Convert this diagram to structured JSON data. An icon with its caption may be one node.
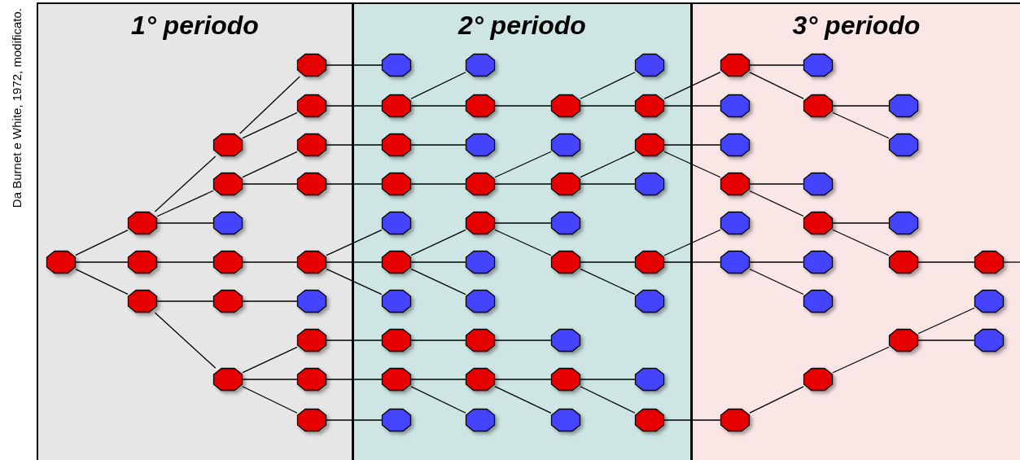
{
  "diagram": {
    "nodes": [
      {
        "text": [
          "1° periodo"
        ]
      },
      {
        "text": [
          "2° periodo"
        ]
      },
      {
        "text": [
          "3° periodo"
        ]
      },
      {
        "text": [],
        "shape": "octagon",
        "in": 0
      },
      {
        "text": [],
        "shape": "octagon",
        "in": 0
      },
      {
        "text": [],
        "shape": "octagon",
        "in": 0
      },
      {
        "text": [],
        "shape": "octagon",
        "in": 0
      },
      {
        "text": [],
        "shape": "octagon",
        "in": 0
      },
      {
        "text": [],
        "shape": "octagon",
        "in": 0
      },
      {
        "text": [],
        "shape": "octagon",
        "in": 0
      },
      {
        "text": [],
        "shape": "octagon",
        "in": 0
      },
      {
        "text": [],
        "shape": "octagon",
        "in": 0
      },
      {
        "text": [],
        "shape": "octagon",
        "in": 0
      },
      {
        "text": [],
        "shape": "octagon",
        "in": 0
      },
      {
        "text": [],
        "shape": "octagon",
        "in": 0
      },
      {
        "text": [],
        "shape": "octagon",
        "in": 0
      },
      {
        "text": [],
        "shape": "octagon",
        "in": 0
      },
      {
        "text": [],
        "shape": "octagon",
        "in": 0
      },
      {
        "text": [],
        "shape": "octagon",
        "in": 0
      },
      {
        "text": [],
        "shape": "octagon",
        "in": 0
      },
      {
        "text": [],
        "shape": "octagon",
        "in": 0
      },
      {
        "text": [],
        "shape": "octagon",
        "in": 0
      },
      {
        "text": [],
        "shape": "octagon",
        "in": 1
      },
      {
        "text": [],
        "shape": "octagon",
        "in": 1
      },
      {
        "text": [],
        "shape": "octagon",
        "in": 1
      },
      {
        "text": [],
        "shape": "octagon",
        "in": 1
      },
      {
        "text": [],
        "shape": "octagon",
        "in": 1
      },
      {
        "text": [],
        "shape": "octagon",
        "in": 1
      },
      {
        "text": [],
        "shape": "octagon",
        "in": 1
      },
      {
        "text": [],
        "shape": "octagon",
        "in": 1
      },
      {
        "text": [],
        "shape": "octagon",
        "in": 1
      },
      {
        "text": [],
        "shape": "octagon",
        "in": 1
      },
      {
        "text": [],
        "shape": "octagon",
        "in": 1
      },
      {
        "text": [],
        "shape": "octagon",
        "in": 1
      },
      {
        "text": [],
        "shape": "octagon",
        "in": 1
      },
      {
        "text": [],
        "shape": "octagon",
        "in": 1
      },
      {
        "text": [],
        "shape": "octagon",
        "in": 1
      },
      {
        "text": [],
        "shape": "octagon",
        "in": 1
      },
      {
        "text": [],
        "shape": "octagon",
        "in": 1
      },
      {
        "text": [],
        "shape": "octagon",
        "in": 1
      },
      {
        "text": [],
        "shape": "octagon",
        "in": 1
      },
      {
        "text": [],
        "shape": "octagon",
        "in": 1
      },
      {
        "text": [],
        "shape": "octagon",
        "in": 1
      },
      {
        "text": [],
        "shape": "octagon",
        "in": 1
      },
      {
        "text": [],
        "shape": "octagon",
        "in": 1
      },
      {
        "text": [],
        "shape": "octagon",
        "in": 1
      },
      {
        "text": [],
        "shape": "octagon",
        "in": 1
      },
      {
        "text": [],
        "shape": "octagon",
        "in": 1
      },
      {
        "text": [],
        "shape": "octagon",
        "in": 1
      },
      {
        "text": [],
        "shape": "octagon",
        "in": 1
      },
      {
        "text": [],
        "shape": "octagon",
        "in": 1
      },
      {
        "text": [],
        "shape": "octagon",
        "in": 1
      },
      {
        "text": [],
        "shape": "octagon",
        "in": 1
      },
      {
        "text": [],
        "shape": "octagon",
        "in": 1
      },
      {
        "text": [],
        "shape": "octagon",
        "in": 1
      },
      {
        "text": [],
        "shape": "octagon",
        "in": 1
      },
      {
        "text": [],
        "shape": "octagon",
        "in": 1
      },
      {
        "text": [],
        "shape": "octagon",
        "in": 1
      },
      {
        "text": [],
        "shape": "octagon",
        "in": 2
      },
      {
        "text": [],
        "shape": "octagon",
        "in": 2
      },
      {
        "text": [],
        "shape": "octagon",
        "in": 2
      },
      {
        "text": [],
        "shape": "octagon",
        "in": 2
      },
      {
        "text": [],
        "shape": "octagon",
        "in": 2
      },
      {
        "text": [],
        "shape": "octagon",
        "in": 2
      },
      {
        "text": [],
        "shape": "octagon",
        "in": 2
      },
      {
        "text": [],
        "shape": "octagon",
        "in": 2
      },
      {
        "text": [],
        "shape": "octagon",
        "in": 2
      },
      {
        "text": [],
        "shape": "octagon",
        "in": 2
      },
      {
        "text": [],
        "shape": "octagon",
        "in": 2
      },
      {
        "text": [],
        "shape": "octagon",
        "in": 2
      },
      {
        "text": [],
        "shape": "octagon",
        "in": 2
      },
      {
        "text": [],
        "shape": "octagon",
        "in": 2
      },
      {
        "text": [],
        "shape": "octagon",
        "in": 2
      },
      {
        "text": [],
        "shape": "octagon",
        "in": 2
      },
      {
        "text": [],
        "shape": "octagon",
        "in": 2
      },
      {
        "text": [],
        "shape": "octagon",
        "in": 2
      },
      {
        "text": [],
        "shape": "octagon",
        "in": 2
      },
      {
        "text": [],
        "shape": "octagon",
        "in": 2
      },
      {
        "text": [],
        "shape": "octagon",
        "in": 2
      },
      {
        "text": [],
        "shape": "octagon",
        "in": 2
      }
    ],
    "edges": [
      {
        "from": 3,
        "to": 4,
        "arrow": "none"
      },
      {
        "from": 3,
        "to": 5,
        "arrow": "none"
      },
      {
        "from": 3,
        "to": 6,
        "arrow": "none"
      },
      {
        "from": 4,
        "to": 7,
        "arrow": "none"
      },
      {
        "from": 4,
        "to": 8,
        "arrow": "none"
      },
      {
        "from": 4,
        "to": 9,
        "arrow": "none"
      },
      {
        "from": 7,
        "to": 13,
        "arrow": "none"
      },
      {
        "from": 7,
        "to": 14,
        "arrow": "none"
      },
      {
        "from": 8,
        "to": 15,
        "arrow": "none"
      },
      {
        "from": 8,
        "to": 16,
        "arrow": "none"
      },
      {
        "from": 5,
        "to": 10,
        "arrow": "none"
      },
      {
        "from": 10,
        "to": 17,
        "arrow": "none"
      },
      {
        "from": 6,
        "to": 11,
        "arrow": "none"
      },
      {
        "from": 11,
        "to": 18,
        "arrow": "none"
      },
      {
        "from": 6,
        "to": 12,
        "arrow": "none"
      },
      {
        "from": 12,
        "to": 19,
        "arrow": "none"
      },
      {
        "from": 12,
        "to": 20,
        "arrow": "none"
      },
      {
        "from": 12,
        "to": 21,
        "arrow": "none"
      },
      {
        "from": 13,
        "to": 22,
        "arrow": "none"
      },
      {
        "from": 14,
        "to": 23,
        "arrow": "none"
      },
      {
        "from": 15,
        "to": 24,
        "arrow": "none"
      },
      {
        "from": 16,
        "to": 25,
        "arrow": "none"
      },
      {
        "from": 17,
        "to": 26,
        "arrow": "none"
      },
      {
        "from": 17,
        "to": 27,
        "arrow": "none"
      },
      {
        "from": 17,
        "to": 28,
        "arrow": "none"
      },
      {
        "from": 19,
        "to": 29,
        "arrow": "none"
      },
      {
        "from": 20,
        "to": 30,
        "arrow": "none"
      },
      {
        "from": 21,
        "to": 31,
        "arrow": "none"
      },
      {
        "from": 23,
        "to": 32,
        "arrow": "none"
      },
      {
        "from": 23,
        "to": 33,
        "arrow": "none"
      },
      {
        "from": 33,
        "to": 42,
        "arrow": "none"
      },
      {
        "from": 42,
        "to": 50,
        "arrow": "none"
      },
      {
        "from": 42,
        "to": 51,
        "arrow": "none"
      },
      {
        "from": 51,
        "to": 58,
        "arrow": "none"
      },
      {
        "from": 51,
        "to": 59,
        "arrow": "none"
      },
      {
        "from": 24,
        "to": 34,
        "arrow": "none"
      },
      {
        "from": 25,
        "to": 35,
        "arrow": "none"
      },
      {
        "from": 35,
        "to": 43,
        "arrow": "none"
      },
      {
        "from": 35,
        "to": 44,
        "arrow": "none"
      },
      {
        "from": 44,
        "to": 52,
        "arrow": "none"
      },
      {
        "from": 44,
        "to": 53,
        "arrow": "none"
      },
      {
        "from": 52,
        "to": 60,
        "arrow": "none"
      },
      {
        "from": 52,
        "to": 61,
        "arrow": "none"
      },
      {
        "from": 27,
        "to": 36,
        "arrow": "none"
      },
      {
        "from": 27,
        "to": 37,
        "arrow": "none"
      },
      {
        "from": 27,
        "to": 38,
        "arrow": "none"
      },
      {
        "from": 36,
        "to": 45,
        "arrow": "none"
      },
      {
        "from": 36,
        "to": 46,
        "arrow": "none"
      },
      {
        "from": 46,
        "to": 54,
        "arrow": "none"
      },
      {
        "from": 46,
        "to": 55,
        "arrow": "none"
      },
      {
        "from": 54,
        "to": 62,
        "arrow": "none"
      },
      {
        "from": 54,
        "to": 63,
        "arrow": "none"
      },
      {
        "from": 29,
        "to": 39,
        "arrow": "none"
      },
      {
        "from": 39,
        "to": 47,
        "arrow": "none"
      },
      {
        "from": 30,
        "to": 40,
        "arrow": "none"
      },
      {
        "from": 30,
        "to": 41,
        "arrow": "none"
      },
      {
        "from": 40,
        "to": 48,
        "arrow": "none"
      },
      {
        "from": 40,
        "to": 49,
        "arrow": "none"
      },
      {
        "from": 48,
        "to": 56,
        "arrow": "none"
      },
      {
        "from": 48,
        "to": 57,
        "arrow": "none"
      },
      {
        "from": 57,
        "to": 64,
        "arrow": "none"
      },
      {
        "from": 58,
        "to": 65,
        "arrow": "none"
      },
      {
        "from": 58,
        "to": 66,
        "arrow": "none"
      },
      {
        "from": 66,
        "to": 72,
        "arrow": "none"
      },
      {
        "from": 66,
        "to": 73,
        "arrow": "none"
      },
      {
        "from": 61,
        "to": 67,
        "arrow": "none"
      },
      {
        "from": 61,
        "to": 68,
        "arrow": "none"
      },
      {
        "from": 68,
        "to": 74,
        "arrow": "none"
      },
      {
        "from": 68,
        "to": 75,
        "arrow": "none"
      },
      {
        "from": 75,
        "to": 77,
        "arrow": "none"
      },
      {
        "from": 77,
        "to": null,
        "arrow": "none"
      },
      {
        "from": 63,
        "to": 69,
        "arrow": "none"
      },
      {
        "from": 63,
        "to": 70,
        "arrow": "none"
      },
      {
        "from": 64,
        "to": 71,
        "arrow": "none"
      },
      {
        "from": 71,
        "to": 76,
        "arrow": "none"
      },
      {
        "from": 76,
        "to": 78,
        "arrow": "none"
      },
      {
        "from": 76,
        "to": 79,
        "arrow": "none"
      }
    ],
    "labels": [
      "Da Burnet e White, 1972, modificato."
    ]
  }
}
